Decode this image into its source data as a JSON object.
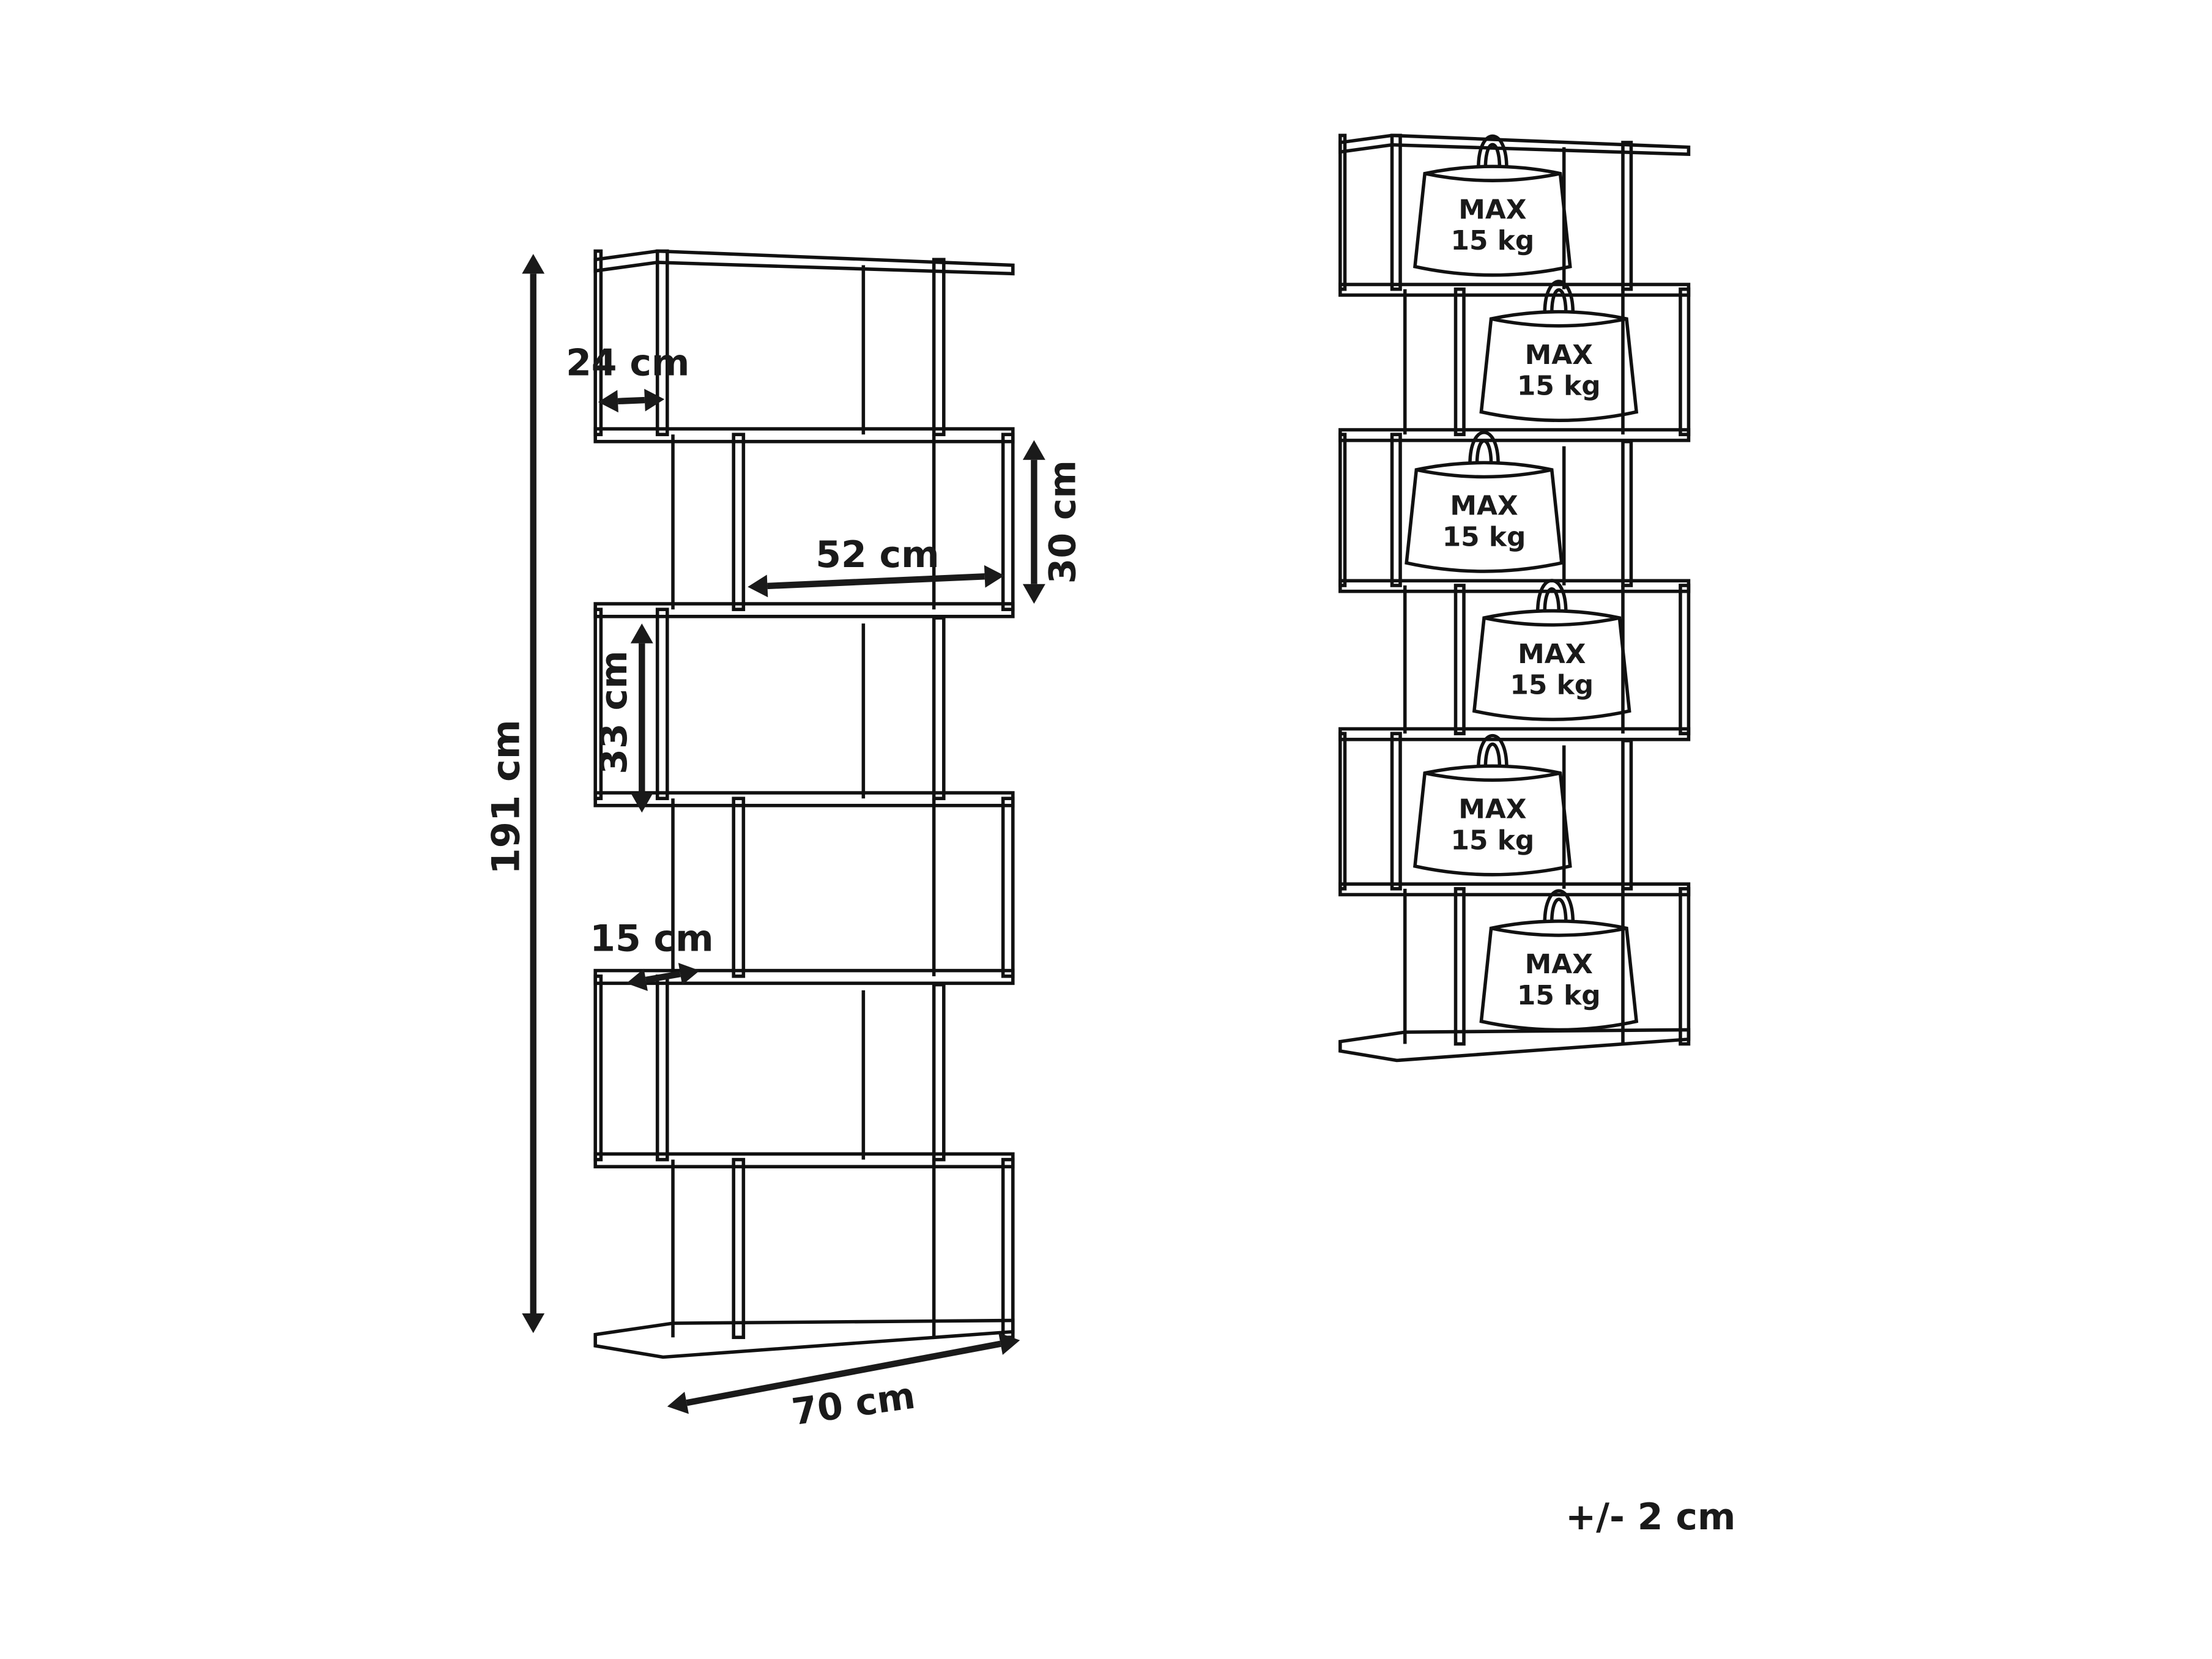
{
  "dimensions": {
    "height": "191 cm",
    "depth_top": "24 cm",
    "inner_width": "52 cm",
    "compartment_height_right": "30 cm",
    "compartment_height_left": "33 cm",
    "offset_depth": "15 cm",
    "total_width": "70 cm"
  },
  "load": {
    "line1": "MAX",
    "line2": "15 kg",
    "shelf_count": 6
  },
  "tolerance": "+/- 2 cm",
  "colors": {
    "line": "#111111",
    "background": "#ffffff"
  }
}
